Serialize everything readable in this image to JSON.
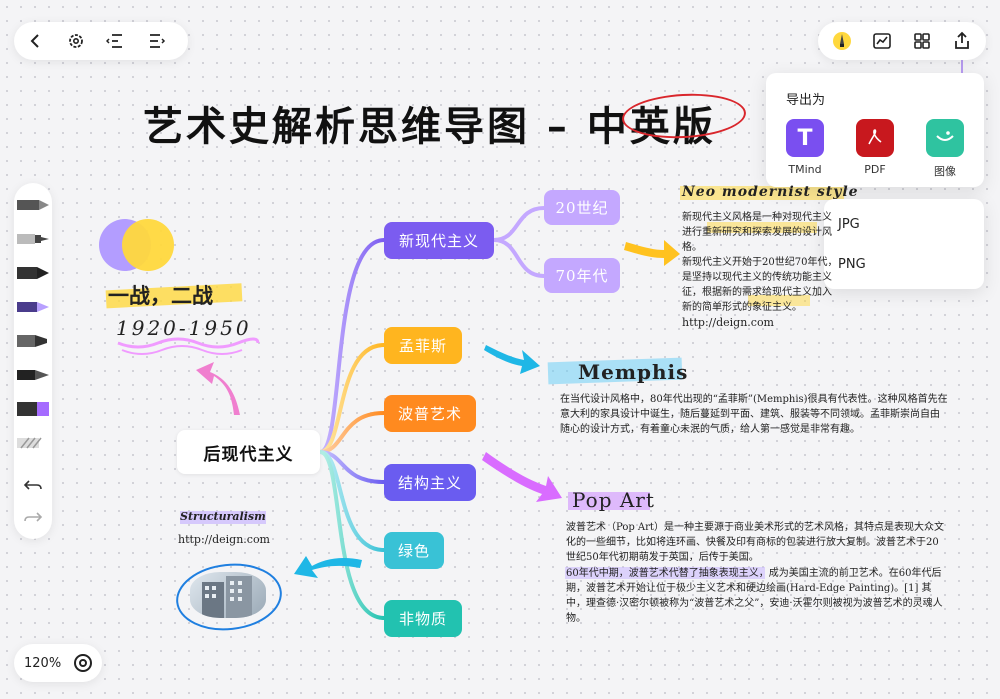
{
  "title": {
    "main": "艺术史解析思维导图 – ",
    "highlight": "中英版"
  },
  "toolbar_left": {
    "back": "back-icon",
    "settings": "gear-icon",
    "undo_layout": "outdent-icon",
    "redo_layout": "indent-icon"
  },
  "toolbar_right": {
    "pen": "pencil-icon",
    "chart": "chart-icon",
    "grid": "grid-icon",
    "export": "share-icon"
  },
  "export_menu": {
    "heading": "导出为",
    "items": [
      {
        "label": "TMind",
        "color": "#7a4ff0"
      },
      {
        "label": "PDF",
        "color": "#c8181e"
      },
      {
        "label": "图像",
        "color": "#2fc3a0"
      }
    ],
    "sub": [
      "JPG",
      "PNG"
    ]
  },
  "zoom": {
    "level": "120%"
  },
  "mindmap": {
    "root": "后现代主义",
    "branches": [
      {
        "label": "新现代主义",
        "color": "#7b5cf0"
      },
      {
        "label": "孟菲斯",
        "color": "#ffb51f"
      },
      {
        "label": "波普艺术",
        "color": "#ff8a1f"
      },
      {
        "label": "结构主义",
        "color": "#6a5cf0"
      },
      {
        "label": "绿色",
        "color": "#39c2d6"
      },
      {
        "label": "非物质",
        "color": "#22c2b0"
      }
    ],
    "sub_nodes": [
      "20世纪",
      "70年代"
    ]
  },
  "annotations": {
    "war": "一战，二战",
    "years": "1920-1950",
    "structuralism_title": "Structuralism",
    "structuralism_url": "http://deign.com",
    "neo_title": "Neo modernist style",
    "neo_url": "http://deign.com",
    "neo_lines": [
      "新现代主义风格是一种对现代主义",
      "进行重新研究和探索发展的设计风",
      "格。",
      "新现代主义开始于20世纪70年代，",
      "是坚持以现代主义的传统功能主义特",
      "征，根据新的需求给现代主义加入了",
      "新的简单形式的象征主义。"
    ],
    "memphis_title": "Memphis",
    "memphis_text": "在当代设计风格中，80年代出现的“孟菲斯”(Memphis)很具有代表性。这种风格首先在意大利的家具设计中诞生，随后蔓延到平面、建筑、服装等不同领域。孟菲斯崇尚自由随心的设计方式，有着童心未泯的气质，给人第一感觉是非常有趣。",
    "pop_title": "Pop Art",
    "pop_text_1": "波普艺术（Pop Art）是一种主要源于商业美术形式的艺术风格，其特点是表现大众文化的一些细节，比如将连环画、快餐及印有商标的包装进行放大复制。波普艺术于20世纪50年代初期萌发于英国，后传于美国。",
    "pop_text_2": "60年代中期，波普艺术代替了抽象表现主义，成为美国主流的前卫艺术。在60年代后期，波普艺术开始让位于极少主义艺术和硬边绘画(Hard-Edge Painting)。[1] 其中，理查德·汉密尔顿被称为“波普艺术之父”，安迪·沃霍尔则被视为波普艺术的灵魂人物。"
  }
}
